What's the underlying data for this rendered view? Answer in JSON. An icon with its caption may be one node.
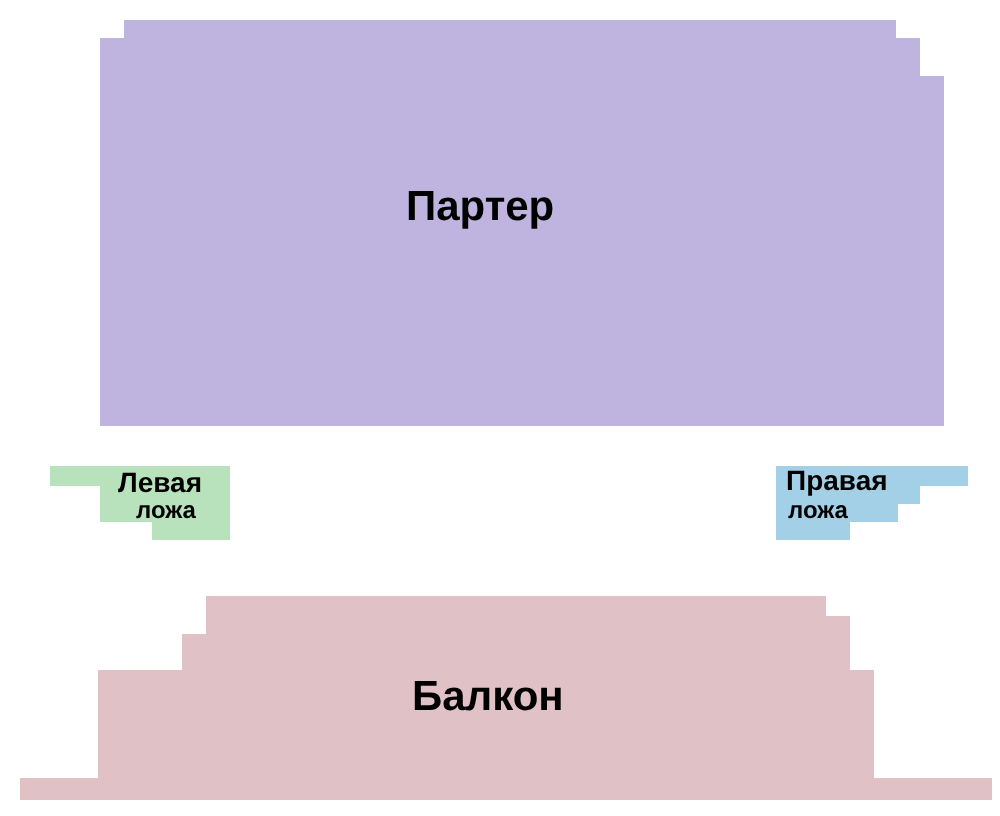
{
  "diagram": {
    "nodes": [
      {
        "text": [
          "Партер"
        ]
      },
      {
        "text": [
          "Левая",
          "ложа"
        ]
      },
      {
        "text": [
          "Правая",
          "ложа"
        ]
      },
      {
        "text": [
          "Балкон"
        ]
      }
    ]
  }
}
